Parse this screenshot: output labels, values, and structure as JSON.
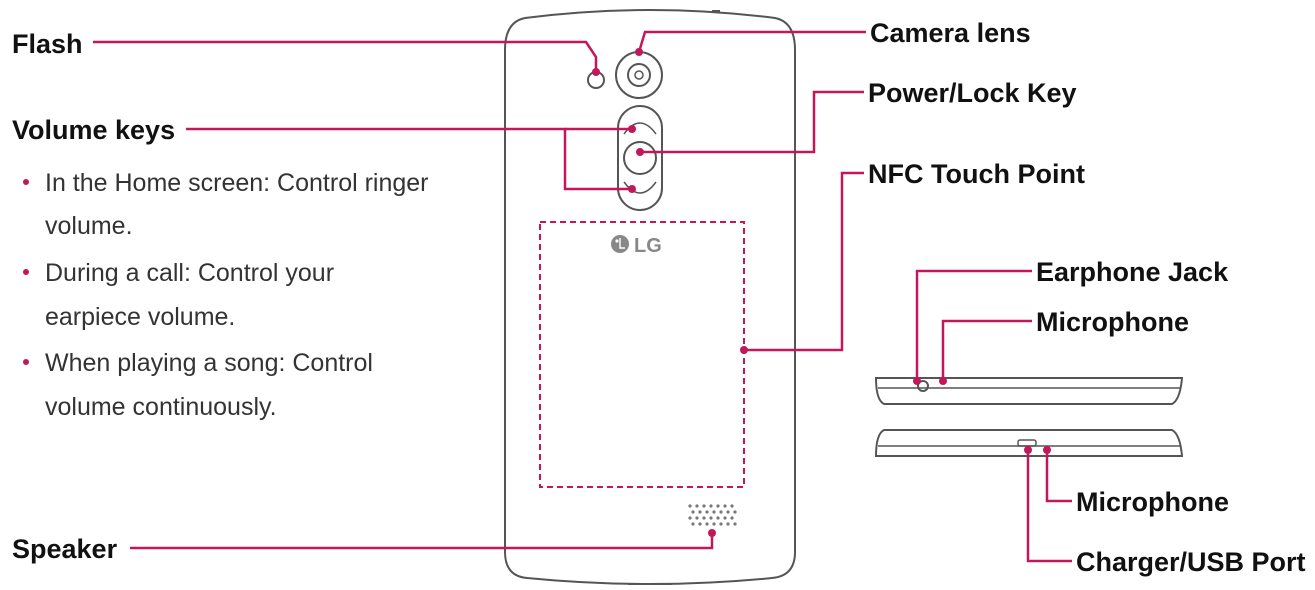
{
  "labels": {
    "flash": "Flash",
    "volume_keys": "Volume keys",
    "speaker": "Speaker",
    "camera_lens": "Camera lens",
    "power_lock_key": "Power/Lock Key",
    "nfc_touch_point": "NFC Touch Point",
    "earphone_jack": "Earphone Jack",
    "microphone_top": "Microphone",
    "microphone_bottom": "Microphone",
    "charger_usb_port": "Charger/USB Port"
  },
  "volume_notes": [
    {
      "line1": "In the Home screen: Control ringer",
      "line2": "volume."
    },
    {
      "line1": "During a call: Control your",
      "line2": "earpiece volume."
    },
    {
      "line1": "When playing a song: Control",
      "line2": "volume continuously."
    }
  ],
  "brand": "LG",
  "colors": {
    "leader": "#c2185b",
    "outline": "#555555",
    "text": "#111111"
  }
}
